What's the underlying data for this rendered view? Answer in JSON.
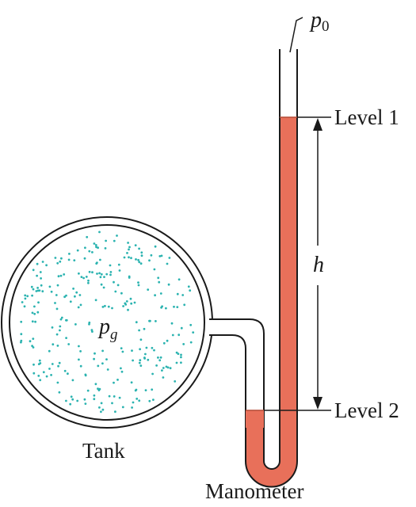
{
  "labels": {
    "atmospheric_pressure": {
      "symbol": "p",
      "subscript": "0"
    },
    "gas_pressure": {
      "symbol": "p",
      "subscript": "g"
    },
    "level_1": "Level 1",
    "level_2": "Level 2",
    "height": "h",
    "tank": "Tank",
    "manometer": "Manometer"
  },
  "colors": {
    "gas_dots": "#2bb3b0",
    "manometer_fluid": "#e8705a",
    "manometer_fluid_edge": "#b44a36",
    "outline": "#1a1a1a"
  }
}
